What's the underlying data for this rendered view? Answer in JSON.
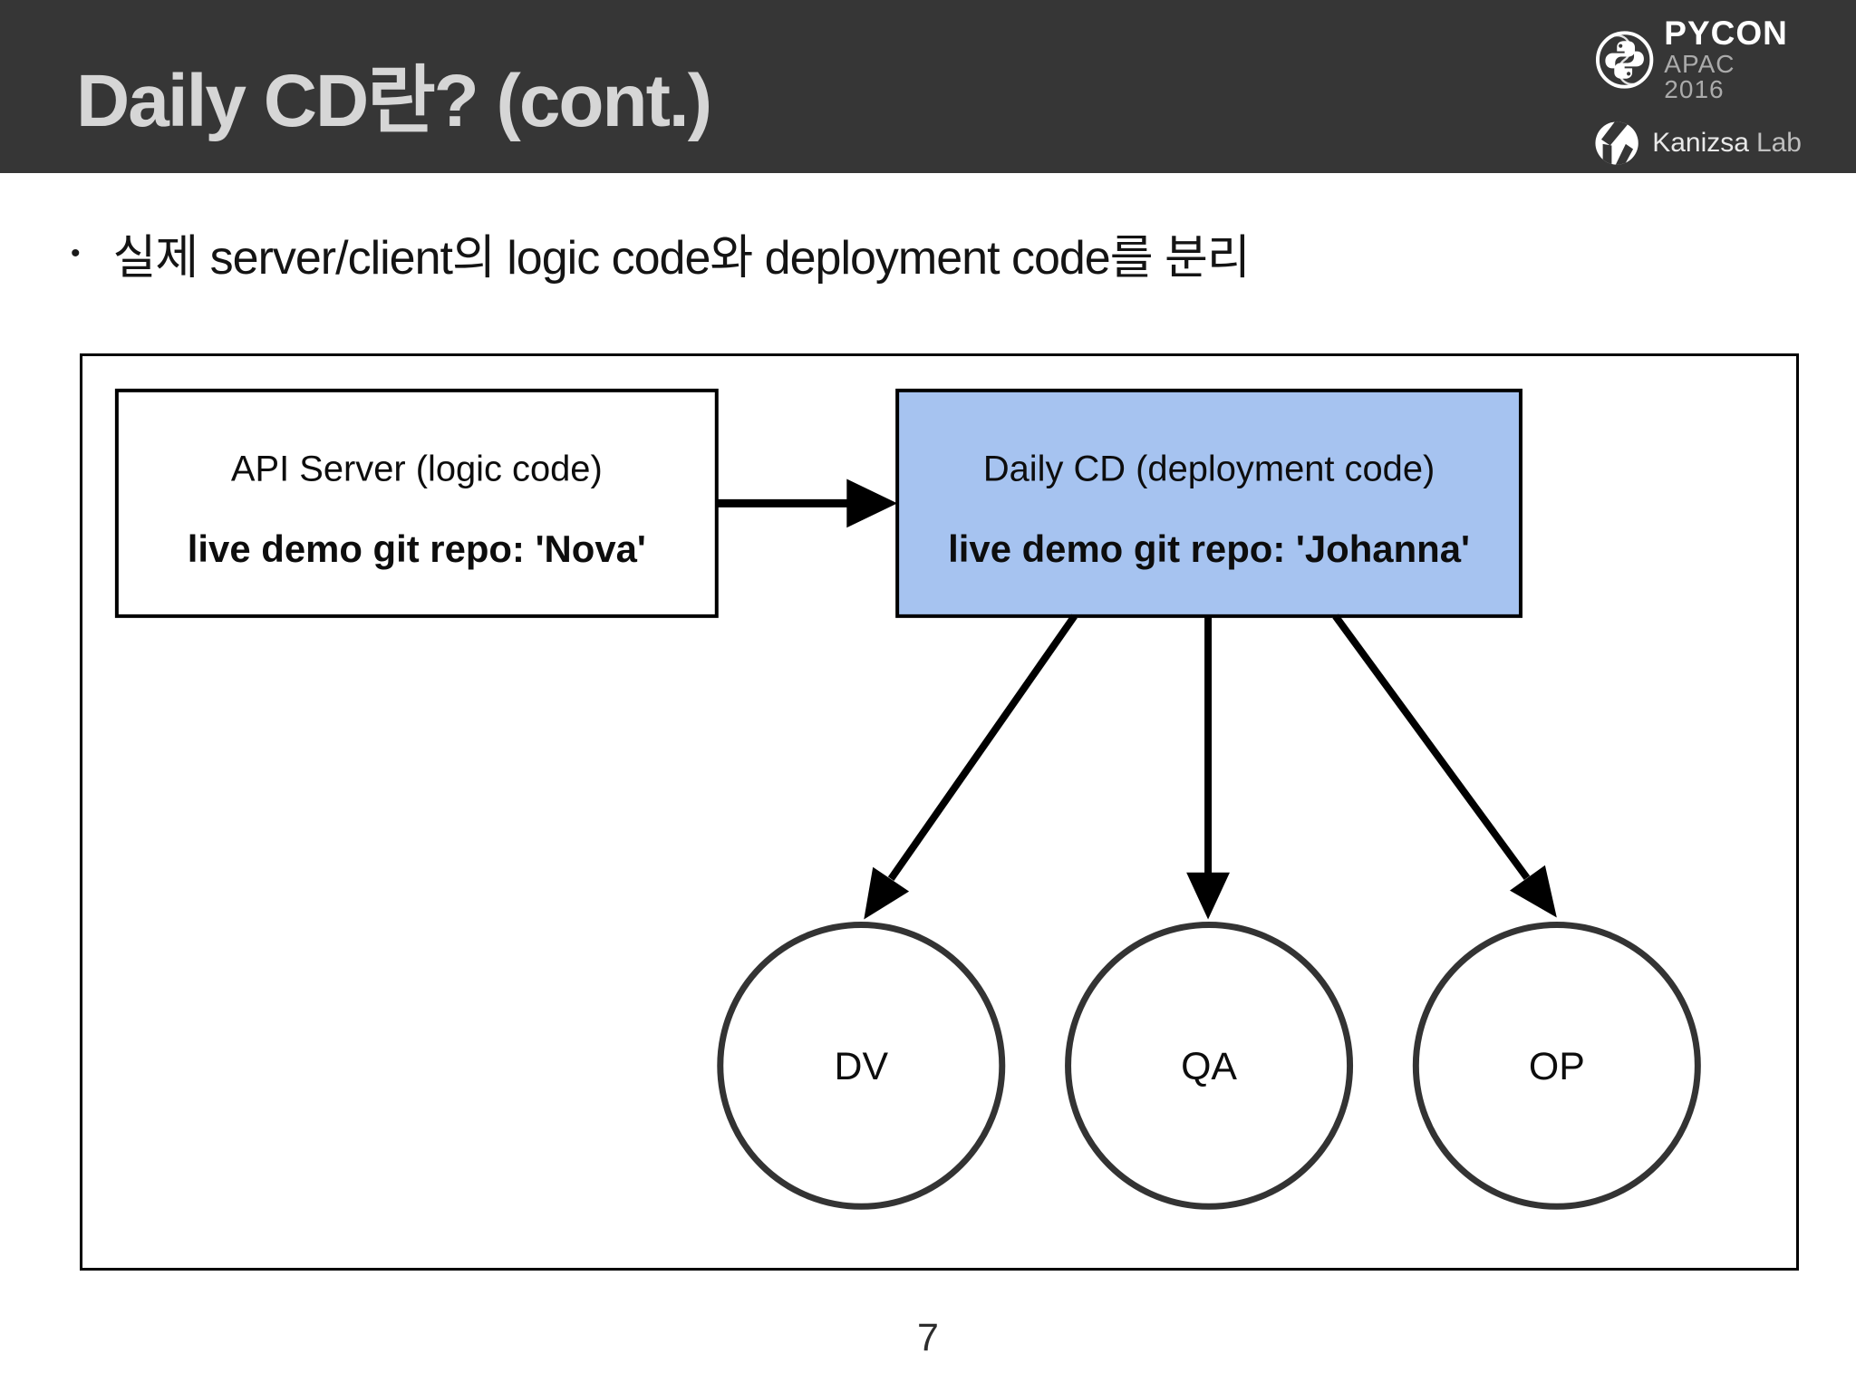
{
  "slide": {
    "title": "Daily CD란? (cont.)",
    "bullet_marker": "•",
    "bullet_text": "실제 server/client의 logic code와 deployment code를 분리",
    "page_number": "7"
  },
  "header": {
    "pycon": {
      "title": "PYCON",
      "subtitle": "APAC 2016"
    },
    "kanizsa": {
      "name": "Kanizsa",
      "suffix": "Lab"
    }
  },
  "diagram": {
    "api_box": {
      "title": "API Server (logic code)",
      "subtitle": "live demo git repo: 'Nova'"
    },
    "daily_cd_box": {
      "title": "Daily CD (deployment code)",
      "subtitle": "live demo git repo: 'Johanna'"
    },
    "nodes": [
      {
        "label": "DV"
      },
      {
        "label": "QA"
      },
      {
        "label": "OP"
      }
    ],
    "colors": {
      "daily_cd_fill": "#a6c3f0",
      "box_border": "#000000",
      "circle_stroke": "#333333",
      "arrow": "#000000"
    }
  }
}
